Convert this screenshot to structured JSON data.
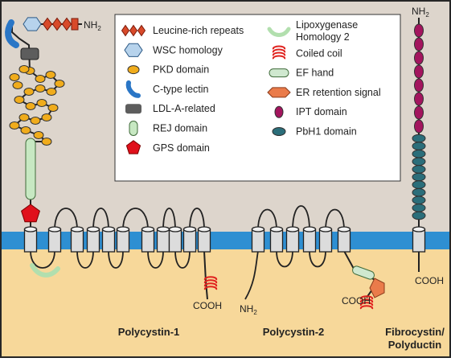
{
  "colors": {
    "background_top": "#ddd5cc",
    "background_bottom": "#f7d89a",
    "membrane": "#2e8fd2",
    "frame": "#262626",
    "leucine_red": "#d84a2a",
    "wsc_blue": "#b7d3ec",
    "pkd_orange": "#f0ac1c",
    "lectin_blue": "#2a76c6",
    "ldl_gray": "#5d5d5d",
    "rej_green": "#c7e8c2",
    "gps_red": "#e0101b",
    "lipox_green": "#b2dfae",
    "coiled_red": "#e0231f",
    "ef_green": "#cfe8cf",
    "er_orange": "#ea7b4a",
    "ipt_magenta": "#a3155e",
    "pbh1_teal": "#2b6e7a",
    "helix_gray": "#dcdcdc"
  },
  "legend": {
    "items": [
      {
        "label": "Leucine-rich repeats",
        "icon": "leucine-rich-repeats-icon"
      },
      {
        "label": "WSC homology",
        "icon": "wsc-homology-icon"
      },
      {
        "label": "PKD domain",
        "icon": "pkd-domain-icon"
      },
      {
        "label": "C-type lectin",
        "icon": "c-type-lectin-icon"
      },
      {
        "label": "LDL-A-related",
        "icon": "ldl-a-related-icon"
      },
      {
        "label": "REJ domain",
        "icon": "rej-domain-icon"
      },
      {
        "label": "GPS domain",
        "icon": "gps-domain-icon"
      },
      {
        "label": "Lipoxygenase",
        "label2": "Homology 2",
        "icon": "lipoxygenase-homology-2-icon"
      },
      {
        "label": "Coiled coil",
        "icon": "coiled-coil-icon"
      },
      {
        "label": "EF hand",
        "icon": "ef-hand-icon"
      },
      {
        "label": "ER retention signal",
        "icon": "er-retention-signal-icon"
      },
      {
        "label": "IPT domain",
        "icon": "ipt-domain-icon"
      },
      {
        "label": "PbH1 domain",
        "icon": "pbh1-domain-icon"
      }
    ]
  },
  "proteins": {
    "polycystin1": "Polycystin-1",
    "polycystin2": "Polycystin-2",
    "fibrocystin_line1": "Fibrocystin/",
    "fibrocystin_line2": "Polyductin"
  },
  "termini": {
    "nh2": "NH",
    "nh2_sub": "2",
    "cooh": "COOH"
  }
}
